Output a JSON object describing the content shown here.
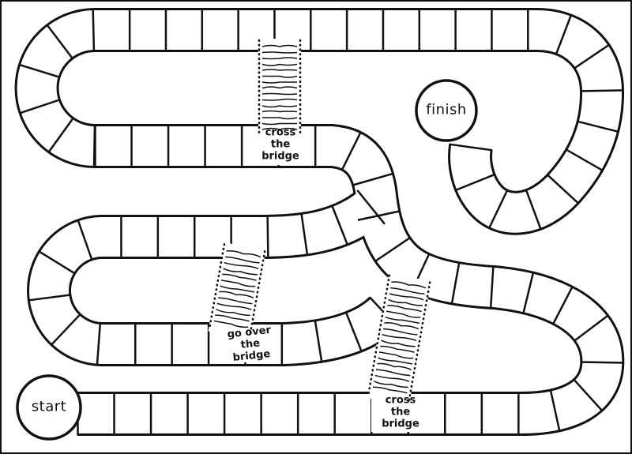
{
  "board": {
    "start_label": "start",
    "finish_label": "finish",
    "bridges": [
      {
        "line1": "cross",
        "line2": "the",
        "line3": "bridge"
      },
      {
        "line1": "go over",
        "line2": "the",
        "line3": "bridge"
      },
      {
        "line1": "cross",
        "line2": "the",
        "line3": "bridge"
      }
    ]
  },
  "colors": {
    "ink": "#111111",
    "paper": "#ffffff"
  }
}
